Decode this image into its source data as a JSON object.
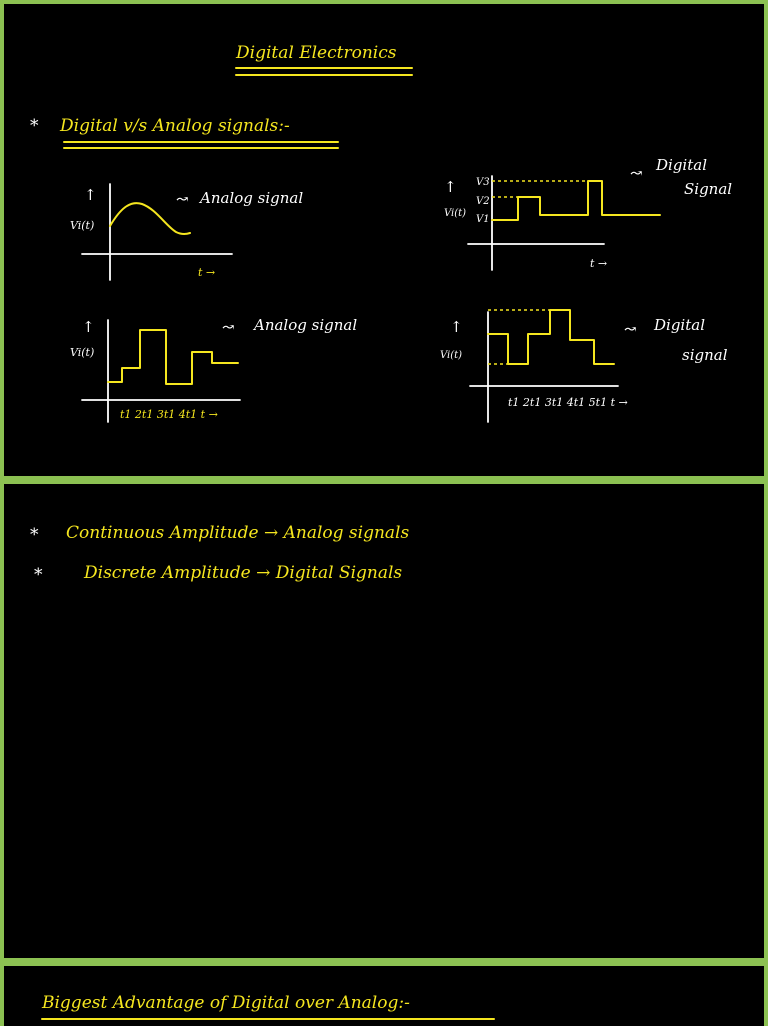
{
  "page": {
    "title": "Digital Electronics",
    "section_heading": "Digital v/s Analog signals:-",
    "bullet": "*",
    "graph_top_left": {
      "y_axis": "Vi(t)",
      "x_axis": "t →",
      "label": "Analog signal"
    },
    "graph_top_right": {
      "y_axis": "Vi(t)",
      "levels": [
        "V3",
        "V2",
        "V1"
      ],
      "x_axis": "t →",
      "label_line1": "Digital",
      "label_line2": "Signal"
    },
    "graph_bottom_left": {
      "y_axis": "Vi(t)",
      "ticks": "t1 2t1 3t1 4t1 t →",
      "label": "Analog signal"
    },
    "graph_bottom_right": {
      "y_axis": "Vi(t)",
      "ticks": "t1 2t1 3t1 4t1 5t1 t →",
      "label_line1": "Digital",
      "label_line2": "signal"
    },
    "points": [
      "Continuous Amplitude → Analog signals",
      "Discrete Amplitude → Digital Signals"
    ],
    "bottom_heading": "Biggest Advantage of Digital over Analog:-"
  }
}
